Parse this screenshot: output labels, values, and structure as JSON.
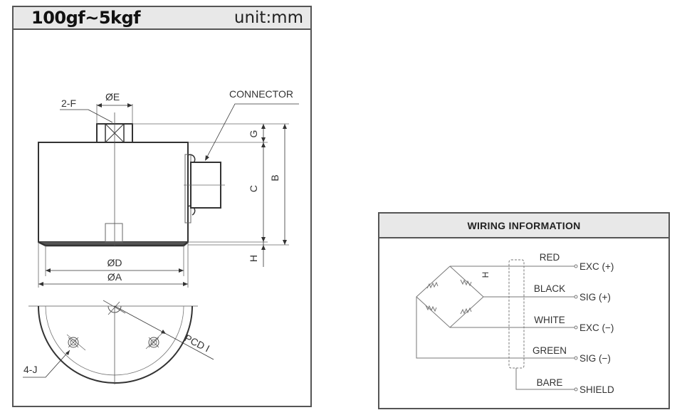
{
  "dimension_panel": {
    "range_title": "100gf~5kgf",
    "unit": "unit:mm",
    "labels": {
      "two_f": "2-F",
      "dia_e": "ØE",
      "connector": "CONNECTOR",
      "g": "G",
      "b": "B",
      "c": "C",
      "h": "H",
      "dia_d": "ØD",
      "dia_a": "ØA",
      "pcd": "PCD I",
      "four_j": "4-J"
    }
  },
  "wiring_panel": {
    "title": "WIRING INFORMATION",
    "shield_symbol": "H",
    "wires": [
      {
        "color_name": "RED",
        "signal": "EXC (+)"
      },
      {
        "color_name": "BLACK",
        "signal": "SIG (+)"
      },
      {
        "color_name": "WHITE",
        "signal": "EXC (−)"
      },
      {
        "color_name": "GREEN",
        "signal": "SIG (−)"
      },
      {
        "color_name": "BARE",
        "signal": "SHIELD"
      }
    ]
  },
  "colors": {
    "line": "#333333",
    "thin_line": "#666666",
    "header_bg": "#e8e8e8",
    "border": "#555555"
  }
}
